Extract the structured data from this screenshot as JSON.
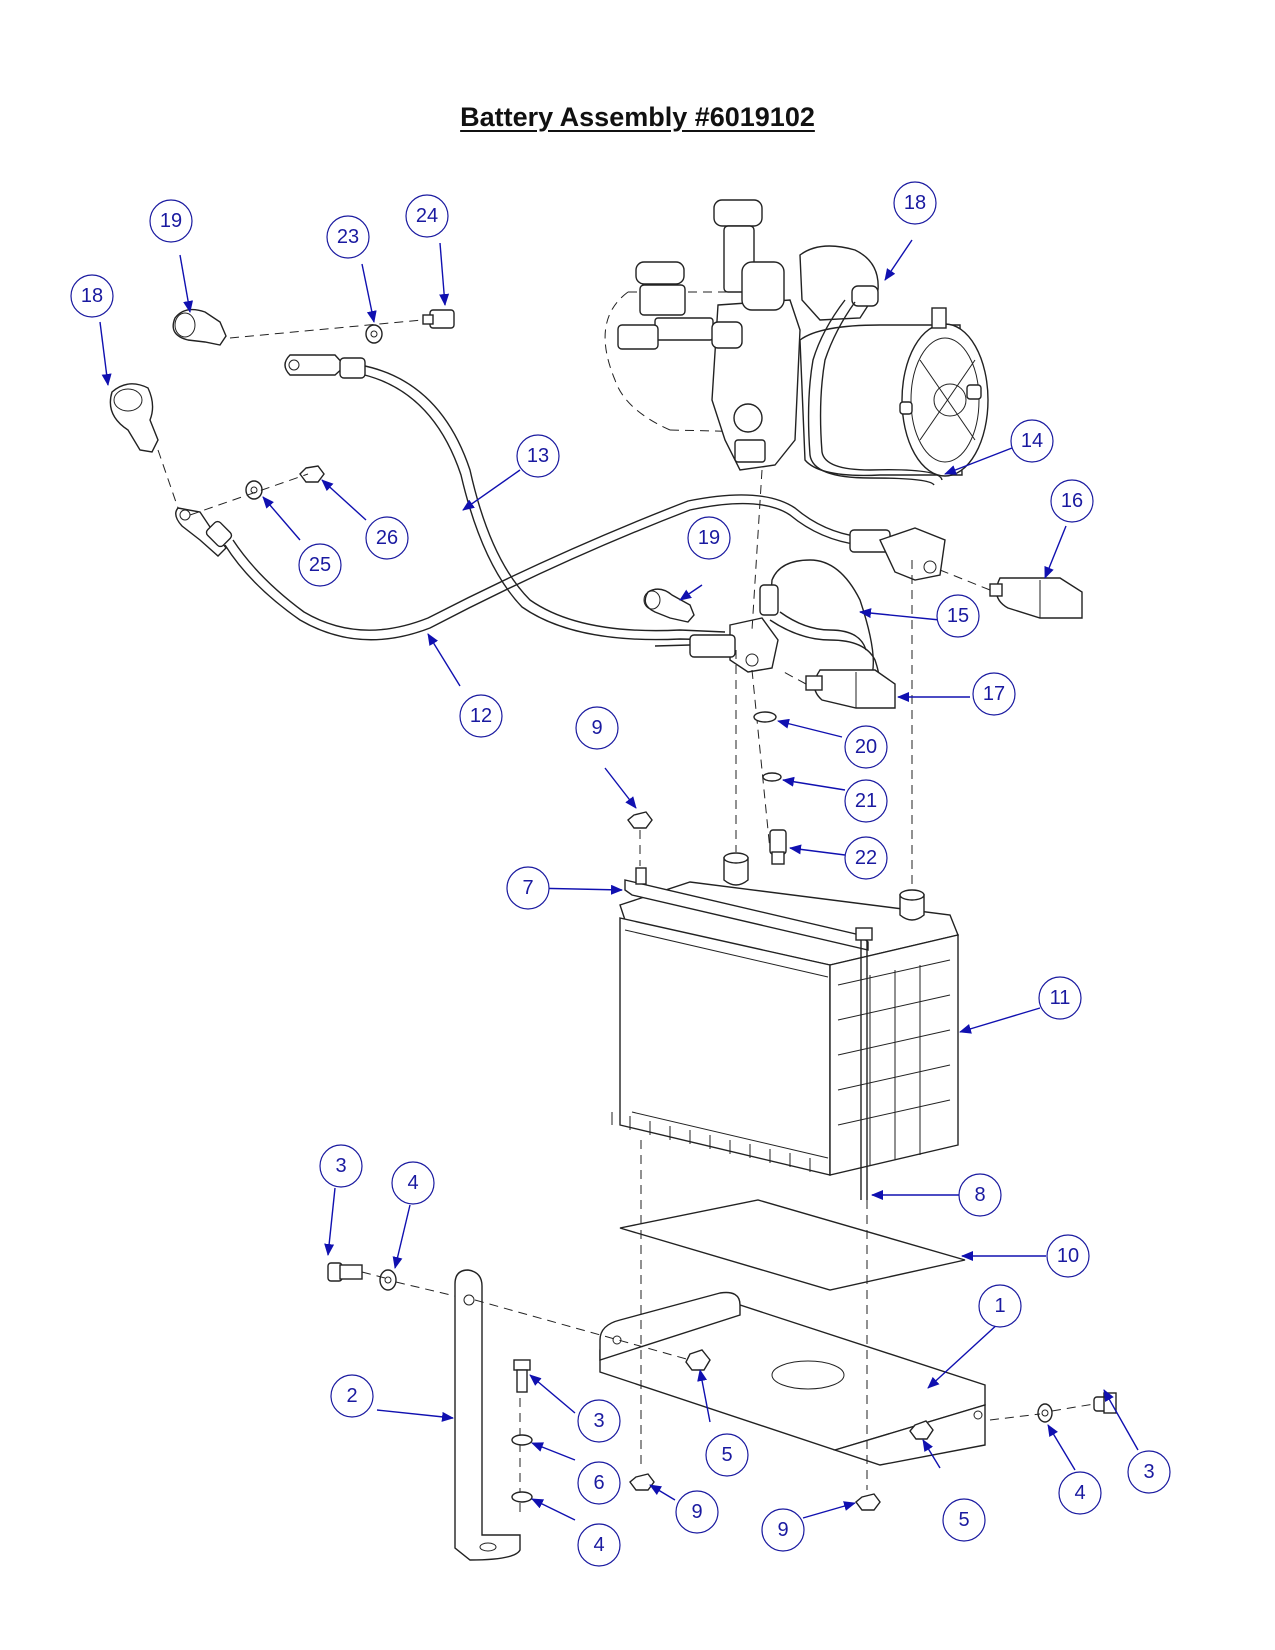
{
  "title": "Battery Assembly #6019102",
  "callouts": [
    "1",
    "2",
    "3",
    "4",
    "5",
    "6",
    "7",
    "8",
    "9",
    "10",
    "11",
    "12",
    "13",
    "14",
    "15",
    "16",
    "17",
    "18",
    "19",
    "20",
    "21",
    "22",
    "23",
    "24",
    "25",
    "26"
  ]
}
